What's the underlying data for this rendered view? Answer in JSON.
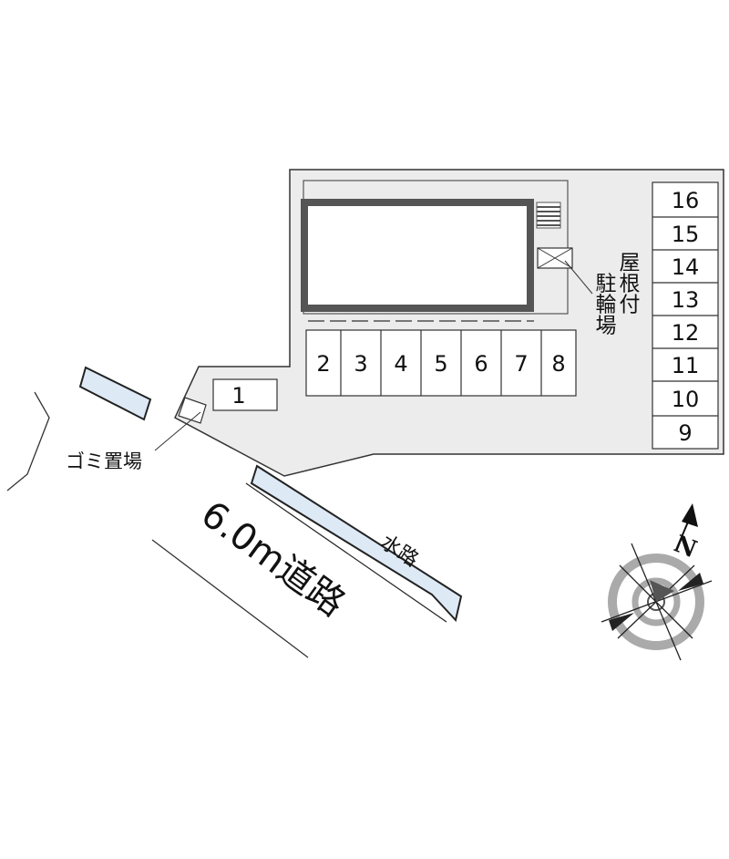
{
  "colors": {
    "lot_fill": "#ececec",
    "outline": "#333333",
    "building_frame": "#555555",
    "water": "#dde9f5",
    "compass_gray": "#aaaaaa"
  },
  "parking": {
    "slot_1": "1",
    "row_lower": [
      "2",
      "3",
      "4",
      "5",
      "6",
      "7",
      "8"
    ],
    "column_right": [
      "16",
      "15",
      "14",
      "13",
      "12",
      "11",
      "10",
      "9"
    ]
  },
  "labels": {
    "bicycle_parking_line1": "駐輪場",
    "bicycle_parking_line2": "屋根付",
    "garbage": "ゴミ置場",
    "waterway": "水路",
    "road": "6.0m道路"
  },
  "compass": {
    "north": "N",
    "icon": "compass-rose-icon"
  }
}
